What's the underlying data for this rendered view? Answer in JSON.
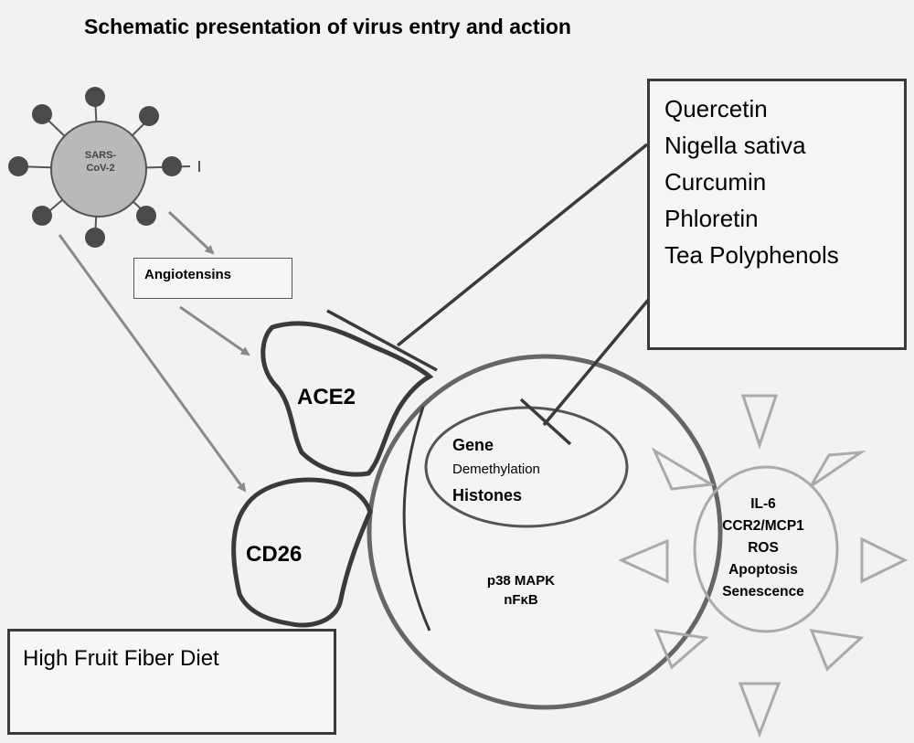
{
  "title": "Schematic presentation of virus entry and action",
  "virus": {
    "label_line1": "SARS-",
    "label_line2": "CoV-2"
  },
  "angiotensins": "Angiotensins",
  "receptors": {
    "ace2": "ACE2",
    "cd26": "CD26"
  },
  "inhibitors": [
    "Quercetin",
    "Nigella sativa",
    "Curcumin",
    "Phloretin",
    "Tea Polyphenols"
  ],
  "diet": "High Fruit Fiber Diet",
  "nucleus": {
    "gene": "Gene",
    "demethylation": "Demethylation",
    "histones": "Histones"
  },
  "signaling": {
    "line1": "p38 MAPK",
    "line2": "nFκB"
  },
  "effects": [
    "IL-6",
    "CCR2/MCP1",
    "ROS",
    "Apoptosis",
    "Senescence"
  ],
  "colors": {
    "stroke": "#3a3a3a",
    "arrow": "#8a8a8a",
    "virus_fill": "#b9b9b9",
    "spike_head": "#4a4a4a",
    "sun_ray": "#aaaaaa"
  }
}
